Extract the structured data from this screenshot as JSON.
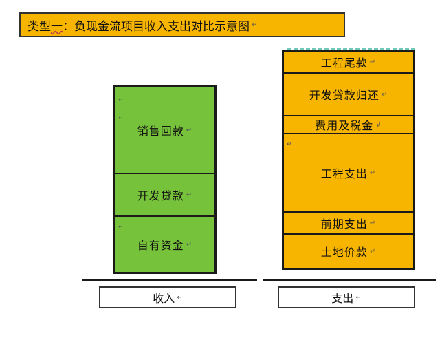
{
  "title": {
    "prefix": "类型",
    "underlined": "一",
    "suffix": "：负现金流项目收入支出对比示意图"
  },
  "income": {
    "segments": [
      "销售回款",
      "开发贷款",
      "自有资金"
    ],
    "label": "收入"
  },
  "expense": {
    "segments": [
      "工程尾款",
      "开发贷款归还",
      "费用及税金",
      "工程支出",
      "前期支出",
      "土地价款"
    ],
    "label": "支出"
  },
  "colors": {
    "income_fill": "#77c23b",
    "expense_fill": "#f7b500",
    "title_fill": "#f7b500"
  },
  "marks": {
    "return": "↵",
    "fold": "↲"
  }
}
